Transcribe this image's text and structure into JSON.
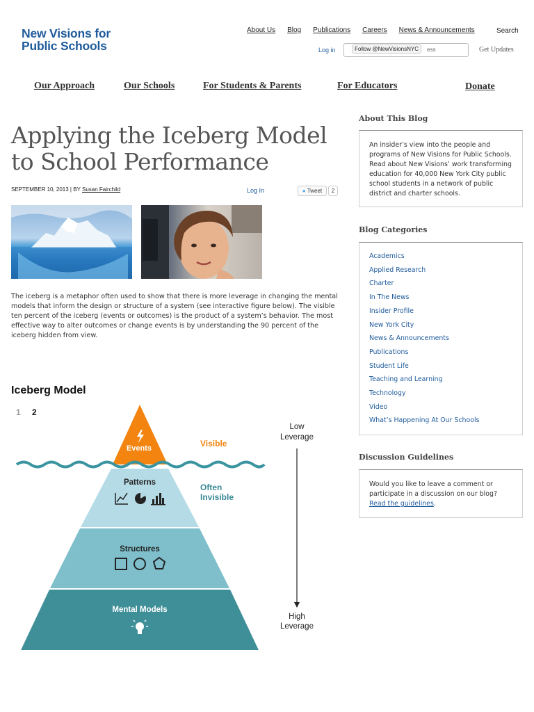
{
  "header": {
    "logo_line1": "New Visions for",
    "logo_line2": "Public Schools",
    "top_links": [
      "About Us",
      "Blog",
      "Publications",
      "Careers",
      "News & Announcements"
    ],
    "search_label": "Search",
    "login_label": "Log in",
    "follow_label": "Follow @NewVisionsNYC",
    "follow_input_suffix": "ess",
    "get_updates_label": "Get Updates"
  },
  "main_nav": {
    "our_approach": "Our Approach",
    "our_schools": "Our Schools",
    "students_parents": "For Students & Parents",
    "educators": "For Educators",
    "donate": "Donate"
  },
  "article": {
    "title": "Applying the Iceberg Model to School Performance",
    "date_by": "SEPTEMBER 10, 2013 | BY",
    "author": "Susan Fairchild",
    "login_label": "Log In",
    "tweet_label": "Tweet",
    "tweet_count": "2",
    "body": "The iceberg is a metaphor often used to show that there is more leverage in changing the mental models that inform the design or structure of a system (see interactive figure below). The visible ten percent of the iceberg (events or outcomes) is the product of a system’s behavior. The most effective way to alter outcomes or change events is by understanding the 90 percent of the iceberg hidden from view."
  },
  "iceberg": {
    "heading": "Iceberg Model",
    "pager": [
      "1",
      "2"
    ],
    "events": "Events",
    "visible": "Visible",
    "patterns": "Patterns",
    "often": "Often",
    "invisible": "Invisible",
    "structures": "Structures",
    "mental_models": "Mental Models",
    "low": "Low",
    "high": "High",
    "leverage": "Leverage",
    "colors": {
      "events": "#f2840f",
      "patterns": "#b5dbe6",
      "structures": "#7fbfcc",
      "mental": "#3f8f99",
      "water": "#3a94a0",
      "visible_text": "#f2840f",
      "invisible_text": "#3a8a96"
    }
  },
  "sidebar": {
    "about": {
      "heading": "About This Blog",
      "text": "An insider’s view into the people and programs of New Visions for Public Schools. Read about New Visions’ work transforming education for 40,000 New York City public school students in a network of public district and charter schools."
    },
    "categories": {
      "heading": "Blog Categories",
      "items": [
        "Academics",
        "Applied Research",
        "Charter",
        "In The News",
        "Insider Profile",
        "New York City",
        "News & Announcements",
        "Publications",
        "Student Life",
        "Teaching and Learning",
        "Technology",
        "Video",
        "What’s Happening At Our Schools"
      ]
    },
    "discussion": {
      "heading": "Discussion Guidelines",
      "text": "Would you like to leave a comment or participate in a discussion on our blog?",
      "link": "Read the guidelines",
      "link_suffix": "."
    }
  }
}
